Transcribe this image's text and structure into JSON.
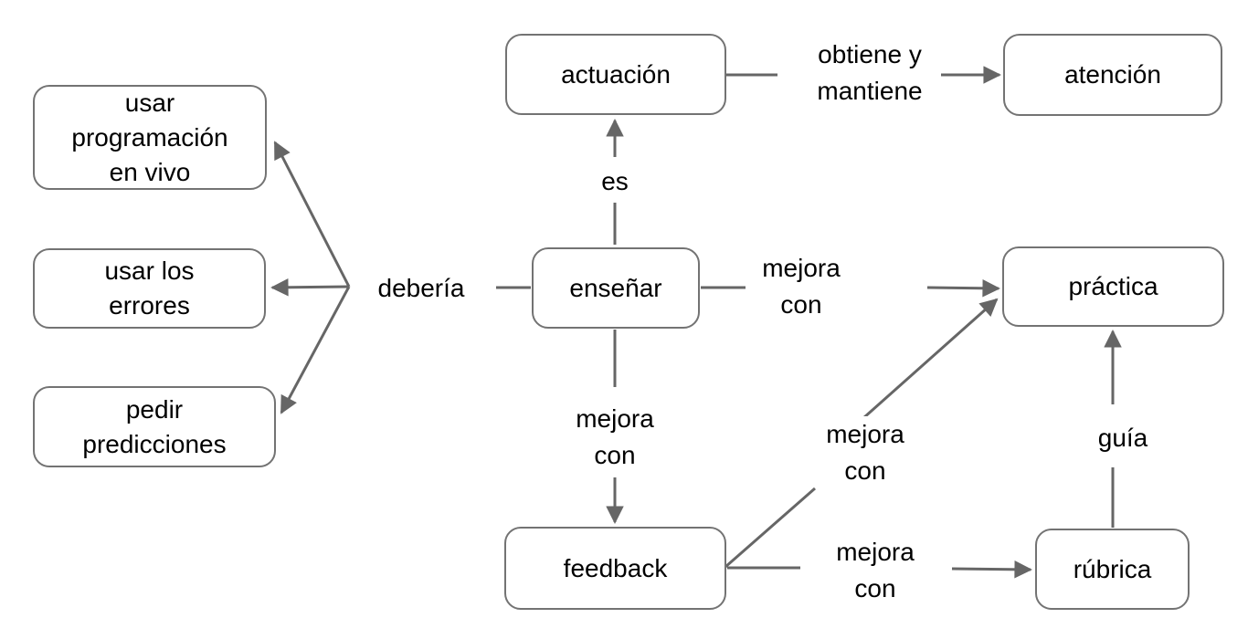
{
  "diagram": {
    "type": "concept-map",
    "language": "es",
    "colors": {
      "background": "#ffffff",
      "node_fill": "#ffffff",
      "node_border": "#737373",
      "connector": "#666666",
      "text": "#000000"
    },
    "nodes": [
      {
        "id": "usar-programacion-en-vivo",
        "label": "usar\nprogramación\nen vivo"
      },
      {
        "id": "usar-los-errores",
        "label": "usar los\nerrores"
      },
      {
        "id": "pedir-predicciones",
        "label": "pedir\npredicciones"
      },
      {
        "id": "actuacion",
        "label": "actuación"
      },
      {
        "id": "atencion",
        "label": "atención"
      },
      {
        "id": "ensenar",
        "label": "enseñar"
      },
      {
        "id": "practica",
        "label": "práctica"
      },
      {
        "id": "feedback",
        "label": "feedback"
      },
      {
        "id": "rubrica",
        "label": "rúbrica"
      }
    ],
    "edge_labels": [
      {
        "id": "es",
        "text": "es",
        "connects": "enseñar → actuación"
      },
      {
        "id": "deberia",
        "text": "debería",
        "connects": "enseñar → usar programación en vivo / usar los errores / pedir predicciones"
      },
      {
        "id": "obtiene-y-mantiene",
        "text": "obtiene y\nmantiene",
        "connects": "actuación → atención"
      },
      {
        "id": "mejora-con-practica",
        "text": "mejora\ncon",
        "connects": "enseñar → práctica"
      },
      {
        "id": "mejora-con-feedback",
        "text": "mejora\ncon",
        "connects": "enseñar → feedback"
      },
      {
        "id": "mejora-con-diagonal",
        "text": "mejora\ncon",
        "connects": "feedback → práctica"
      },
      {
        "id": "mejora-con-rubrica",
        "text": "mejora\ncon",
        "connects": "feedback → rúbrica"
      },
      {
        "id": "guia",
        "text": "guía",
        "connects": "rúbrica → práctica"
      }
    ]
  }
}
